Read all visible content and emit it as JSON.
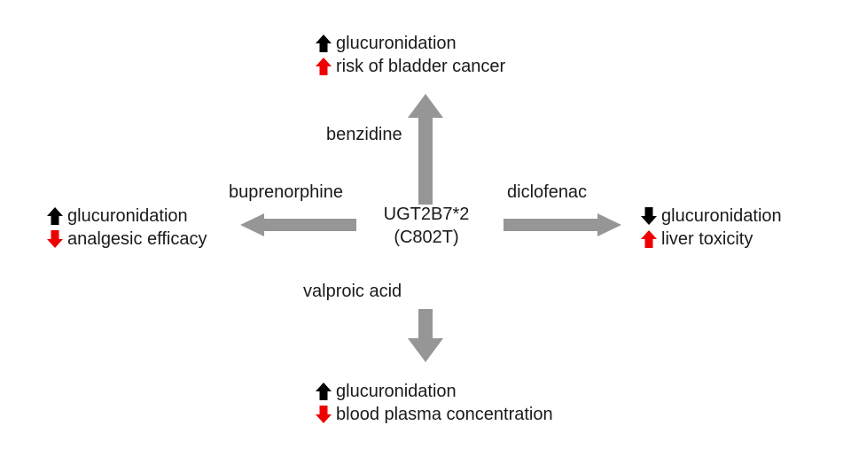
{
  "diagram": {
    "type": "radial-relationship-diagram",
    "background_color": "#ffffff",
    "arrow_color": "#969696",
    "up_glyph_color_primary": "#000000",
    "down_glyph_color_primary": "#000000",
    "effect_color": "#ee0000",
    "center": {
      "gene_label": "UGT2B7*2",
      "variant_label": "(C802T)"
    },
    "branches": {
      "top": {
        "substrate": "benzidine",
        "direction": "up",
        "outcomes": [
          {
            "icon": "up-arrow-icon",
            "color": "#000000",
            "text": "glucuronidation"
          },
          {
            "icon": "up-arrow-icon",
            "color": "#ee0000",
            "text": "risk of bladder cancer"
          }
        ]
      },
      "left": {
        "substrate": "buprenorphine",
        "direction": "left",
        "outcomes": [
          {
            "icon": "up-arrow-icon",
            "color": "#000000",
            "text": "glucuronidation"
          },
          {
            "icon": "down-arrow-icon",
            "color": "#ee0000",
            "text": "analgesic efficacy"
          }
        ]
      },
      "right": {
        "substrate": "diclofenac",
        "direction": "right",
        "outcomes": [
          {
            "icon": "down-arrow-icon",
            "color": "#000000",
            "text": "glucuronidation"
          },
          {
            "icon": "up-arrow-icon",
            "color": "#ee0000",
            "text": "liver toxicity"
          }
        ]
      },
      "bottom": {
        "substrate": "valproic acid",
        "direction": "down",
        "outcomes": [
          {
            "icon": "up-arrow-icon",
            "color": "#000000",
            "text": "glucuronidation"
          },
          {
            "icon": "down-arrow-icon",
            "color": "#ee0000",
            "text": "blood plasma concentration"
          }
        ]
      }
    }
  }
}
